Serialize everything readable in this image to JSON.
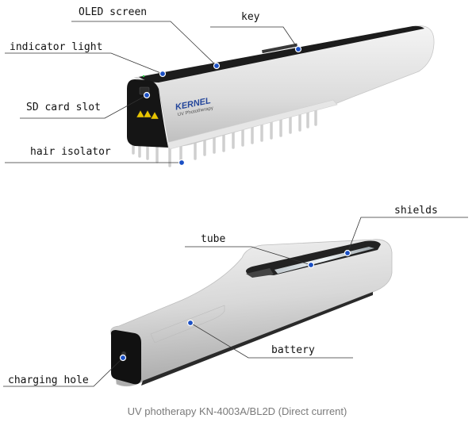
{
  "labels": {
    "oled_screen": "OLED screen",
    "key": "key",
    "indicator_light": "indicator light",
    "sd_card_slot": "SD card slot",
    "hair_isolator": "hair isolator",
    "shields": "shields",
    "tube": "tube",
    "battery": "battery",
    "charging_hole": "charging hole"
  },
  "device_branding": {
    "brand": "KERNEL",
    "subtitle": "UV Phototherapy"
  },
  "caption": "UV photherapy KN-4003A/BL2D (Direct current)",
  "colors": {
    "marker": "#1a4fc4",
    "caption": "#7a7a7a"
  }
}
